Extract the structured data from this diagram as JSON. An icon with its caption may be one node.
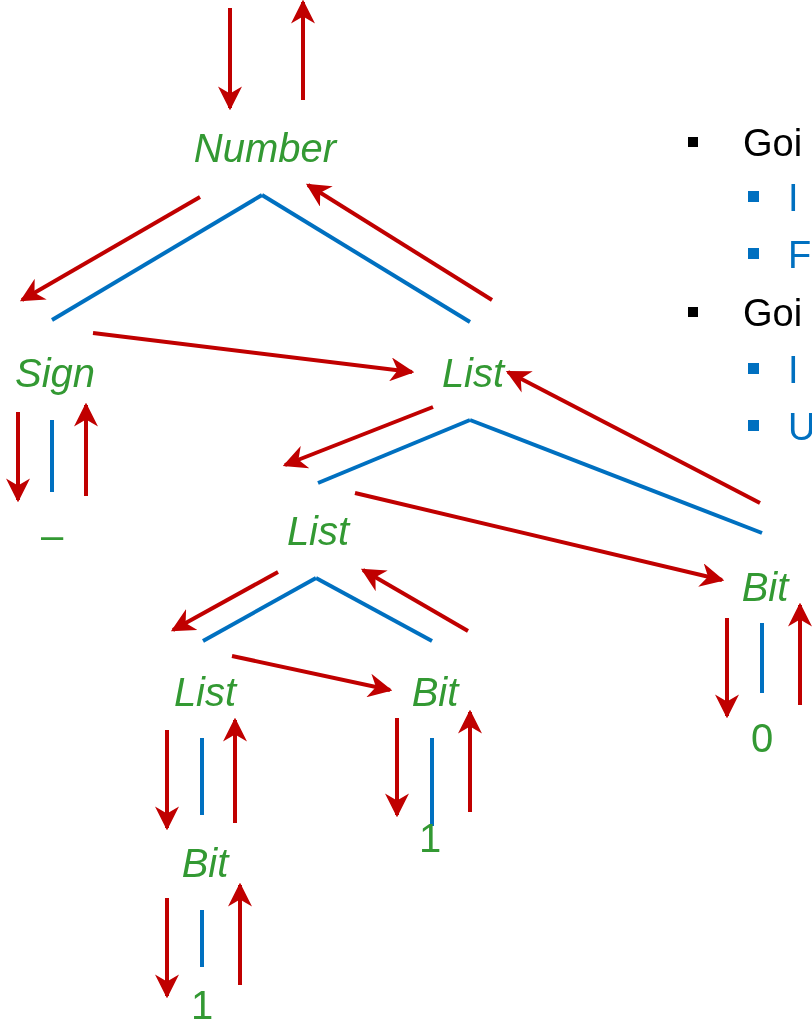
{
  "diagram": {
    "nodes": [
      {
        "text": [
          "Number"
        ]
      },
      {
        "text": [
          "Sign"
        ]
      },
      {
        "text": [
          "List"
        ]
      },
      {
        "text": [
          "–"
        ]
      },
      {
        "text": [
          "List"
        ]
      },
      {
        "text": [
          "Bit"
        ]
      },
      {
        "text": [
          "List"
        ]
      },
      {
        "text": [
          "Bit"
        ]
      },
      {
        "text": [
          "0"
        ]
      },
      {
        "text": [
          "Bit"
        ]
      },
      {
        "text": [
          "1"
        ]
      },
      {
        "text": [
          "1"
        ]
      }
    ],
    "edges": [
      {
        "from": null,
        "to": 0,
        "arrow": "to"
      },
      {
        "from": 0,
        "to": null,
        "arrow": "to"
      },
      {
        "from": 0,
        "to": 1,
        "arrow": "none",
        "color": "#0070c0"
      },
      {
        "from": 0,
        "to": 2,
        "arrow": "none",
        "color": "#0070c0"
      },
      {
        "from": 0,
        "to": 1,
        "arrow": "to"
      },
      {
        "from": 1,
        "to": 2,
        "arrow": "to"
      },
      {
        "from": 2,
        "to": 0,
        "arrow": "to"
      },
      {
        "from": 1,
        "to": 3,
        "arrow": "none",
        "color": "#0070c0"
      },
      {
        "from": 1,
        "to": 3,
        "arrow": "to"
      },
      {
        "from": 3,
        "to": 1,
        "arrow": "to"
      },
      {
        "from": 2,
        "to": 4,
        "arrow": "none",
        "color": "#0070c0"
      },
      {
        "from": 2,
        "to": 5,
        "arrow": "none",
        "color": "#0070c0"
      },
      {
        "from": 2,
        "to": 4,
        "arrow": "to"
      },
      {
        "from": 4,
        "to": 5,
        "arrow": "to"
      },
      {
        "from": 5,
        "to": 2,
        "arrow": "to"
      },
      {
        "from": 5,
        "to": 8,
        "arrow": "none",
        "color": "#0070c0"
      },
      {
        "from": 5,
        "to": 8,
        "arrow": "to"
      },
      {
        "from": 8,
        "to": 5,
        "arrow": "to"
      },
      {
        "from": 4,
        "to": 6,
        "arrow": "none",
        "color": "#0070c0"
      },
      {
        "from": 4,
        "to": 7,
        "arrow": "none",
        "color": "#0070c0"
      },
      {
        "from": 4,
        "to": 6,
        "arrow": "to"
      },
      {
        "from": 6,
        "to": 7,
        "arrow": "to"
      },
      {
        "from": 7,
        "to": 4,
        "arrow": "to"
      },
      {
        "from": 6,
        "to": 9,
        "arrow": "none",
        "color": "#0070c0"
      },
      {
        "from": 6,
        "to": 9,
        "arrow": "to"
      },
      {
        "from": 9,
        "to": 6,
        "arrow": "to"
      },
      {
        "from": 7,
        "to": 10,
        "arrow": "none",
        "color": "#0070c0"
      },
      {
        "from": 7,
        "to": 10,
        "arrow": "to"
      },
      {
        "from": 10,
        "to": 7,
        "arrow": "to"
      },
      {
        "from": 9,
        "to": 11,
        "arrow": "none",
        "color": "#0070c0"
      },
      {
        "from": 9,
        "to": 11,
        "arrow": "to"
      },
      {
        "from": 11,
        "to": 9,
        "arrow": "to"
      }
    ],
    "labels": [
      "Goi",
      "I",
      "F",
      "Goi",
      "I",
      "U"
    ]
  }
}
